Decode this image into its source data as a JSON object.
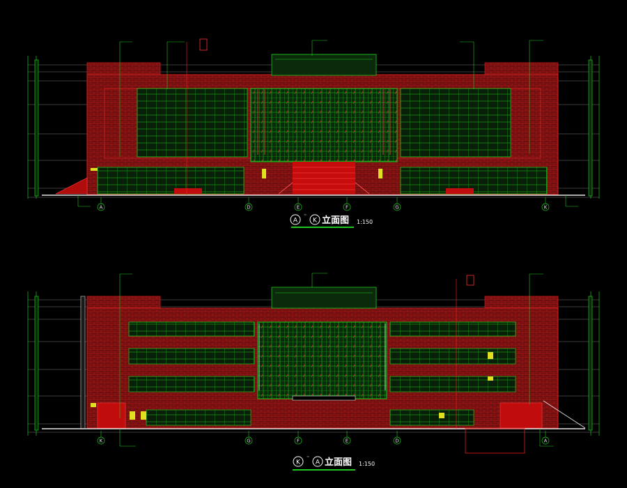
{
  "elevations": [
    {
      "id": "front",
      "title": "立面图",
      "start_axis": "A",
      "end_axis": "K",
      "connector": "~",
      "scale": "1:150",
      "axes": [
        "A",
        "D",
        "E",
        "F",
        "G",
        "K"
      ]
    },
    {
      "id": "rear",
      "title": "立面图",
      "start_axis": "K",
      "end_axis": "A",
      "connector": "~",
      "scale": "1:150",
      "axes": [
        "K",
        "G",
        "F",
        "E",
        "D",
        "A"
      ]
    }
  ],
  "colors": {
    "background": "#000000",
    "wall": "#7a1414",
    "brick_line": "#c81818",
    "window": "#16a016",
    "dimension": "#1ec81e",
    "stairs": "#e01010",
    "accent_yellow": "#e0e020",
    "level_line": "#b0b0b0"
  }
}
